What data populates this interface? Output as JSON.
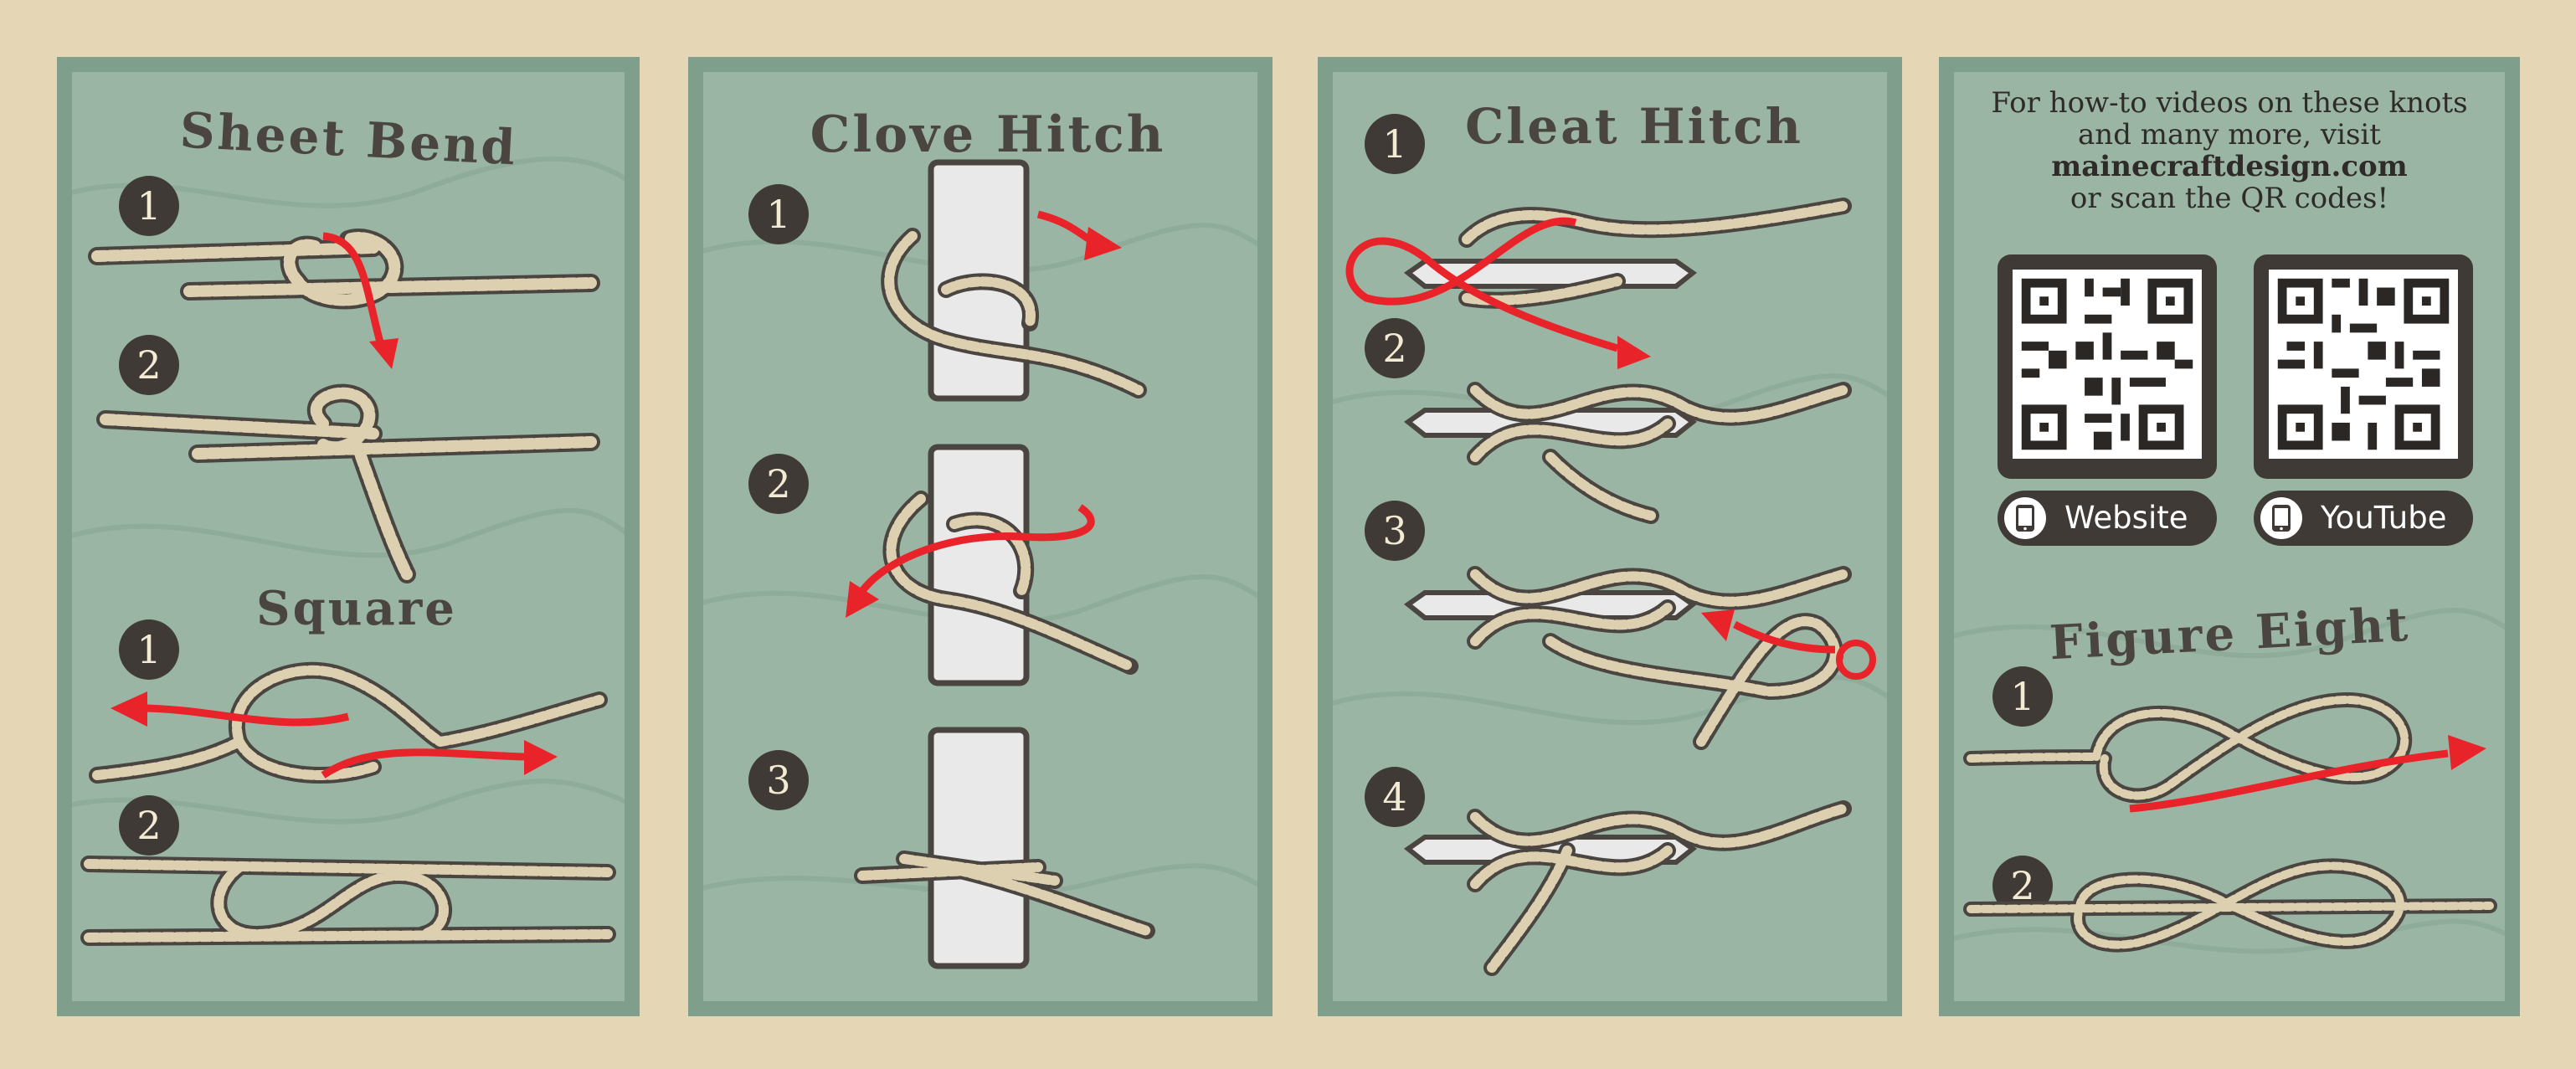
{
  "panels": {
    "sheet_bend": {
      "title": "Sheet Bend",
      "steps": [
        "1",
        "2"
      ]
    },
    "square": {
      "title": "Square",
      "steps": [
        "1",
        "2"
      ]
    },
    "clove_hitch": {
      "title": "Clove Hitch",
      "steps": [
        "1",
        "2",
        "3"
      ]
    },
    "cleat_hitch": {
      "title": "Cleat Hitch",
      "steps": [
        "1",
        "2",
        "3",
        "4"
      ]
    },
    "figure_eight": {
      "title": "Figure Eight",
      "steps": [
        "1",
        "2"
      ]
    }
  },
  "info": {
    "line1": "For how-to videos on these knots",
    "line2": "and many more, visit",
    "url": "mainecraftdesign.com",
    "line3": "or scan the QR codes!"
  },
  "qr": {
    "website_label": "Website",
    "youtube_label": "YouTube"
  },
  "icons": {
    "step_badge": "numbered-circle",
    "arrow": "red-arrow-icon",
    "phone": "phone-icon",
    "qr": "qr-code"
  },
  "colors": {
    "background": "#e5d7b6",
    "panel_border": "#7f9e8b",
    "panel_fill": "#9ab5a3",
    "rope": "#ddd0b0",
    "rope_outline": "#4a4541",
    "arrow": "#e8242a",
    "badge": "#3f3a36"
  }
}
